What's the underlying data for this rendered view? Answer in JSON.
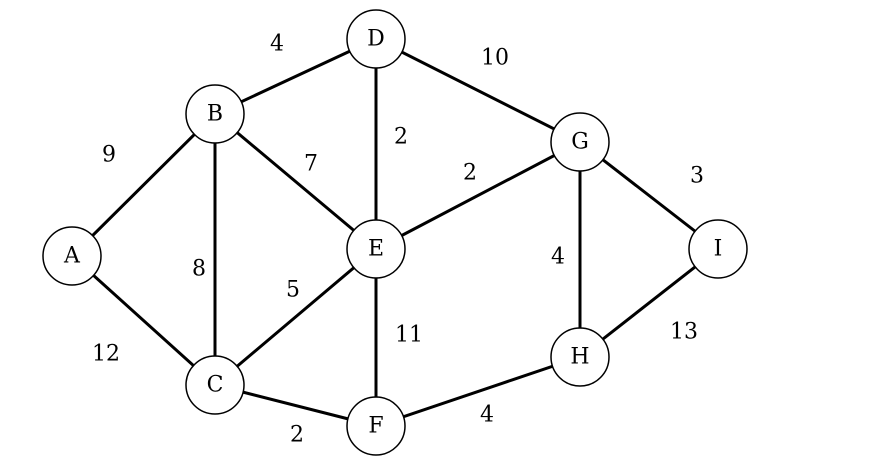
{
  "graph": {
    "nodes": [
      {
        "id": "A",
        "label": "A"
      },
      {
        "id": "B",
        "label": "B"
      },
      {
        "id": "C",
        "label": "C"
      },
      {
        "id": "D",
        "label": "D"
      },
      {
        "id": "E",
        "label": "E"
      },
      {
        "id": "F",
        "label": "F"
      },
      {
        "id": "G",
        "label": "G"
      },
      {
        "id": "H",
        "label": "H"
      },
      {
        "id": "I",
        "label": "I"
      }
    ],
    "edges": [
      {
        "from": "A",
        "to": "B",
        "weight": "9"
      },
      {
        "from": "A",
        "to": "C",
        "weight": "12"
      },
      {
        "from": "B",
        "to": "D",
        "weight": "4"
      },
      {
        "from": "B",
        "to": "E",
        "weight": "7"
      },
      {
        "from": "B",
        "to": "C",
        "weight": "8"
      },
      {
        "from": "C",
        "to": "E",
        "weight": "5"
      },
      {
        "from": "C",
        "to": "F",
        "weight": "2"
      },
      {
        "from": "D",
        "to": "E",
        "weight": "2"
      },
      {
        "from": "D",
        "to": "G",
        "weight": "10"
      },
      {
        "from": "E",
        "to": "G",
        "weight": "2"
      },
      {
        "from": "E",
        "to": "F",
        "weight": "11"
      },
      {
        "from": "F",
        "to": "H",
        "weight": "4"
      },
      {
        "from": "G",
        "to": "H",
        "weight": "4"
      },
      {
        "from": "G",
        "to": "I",
        "weight": "3"
      },
      {
        "from": "H",
        "to": "I",
        "weight": "13"
      }
    ]
  }
}
